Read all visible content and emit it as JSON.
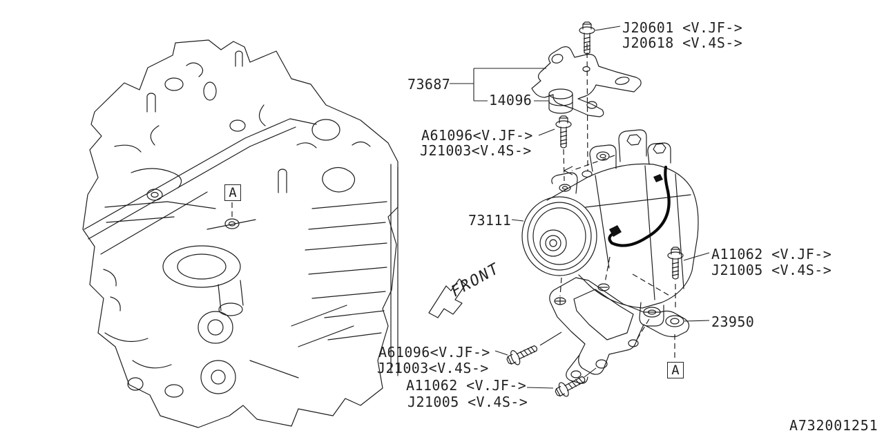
{
  "callouts": {
    "top_bolt": {
      "lines": [
        "J20601 <V.JF->",
        "J20618 <V.4S->"
      ]
    },
    "upper_bracket": {
      "part": "73687"
    },
    "cushion": {
      "part": "14096"
    },
    "upper_bolt": {
      "lines": [
        "A61096<V.JF->",
        "J21003<V.4S->"
      ]
    },
    "compressor": {
      "part": "73111"
    },
    "right_bolt": {
      "lines": [
        "A11062 <V.JF->",
        "J21005 <V.4S->"
      ]
    },
    "lower_bracket": {
      "part": "23950"
    },
    "lower_left_bolt": {
      "lines": [
        "A61096<V.JF->",
        "J21003<V.4S->"
      ]
    },
    "bottom_bolt": {
      "lines": [
        "A11062 <V.JF->",
        "J21005 <V.4S->"
      ]
    }
  },
  "markers": {
    "detail": "A"
  },
  "front_arrow": {
    "label": "FRONT"
  },
  "footer": {
    "drawing_number": "A732001251"
  },
  "colors": {
    "line": "#1c1c1c",
    "background": "#ffffff",
    "text": "#222222"
  }
}
